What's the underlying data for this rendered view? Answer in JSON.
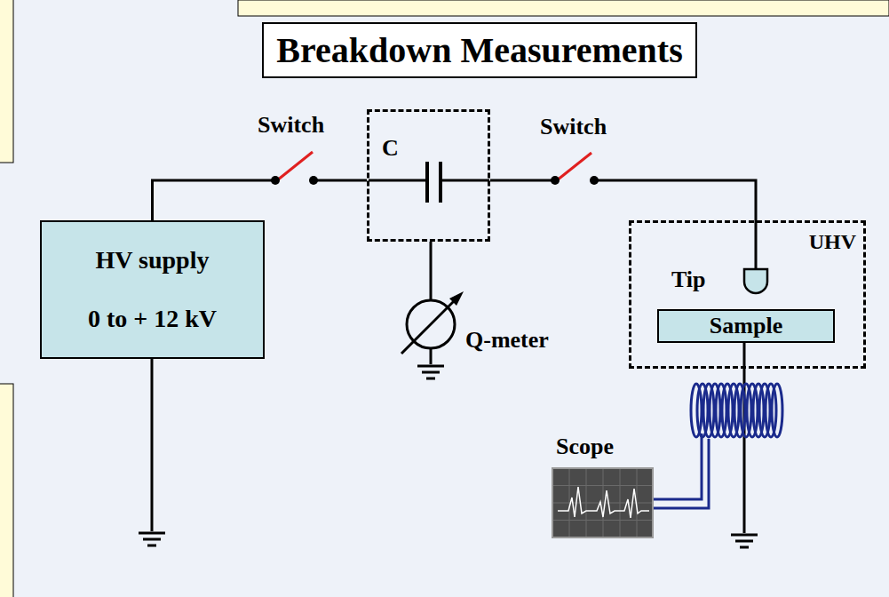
{
  "diagram": {
    "title": "Breakdown Measurements",
    "nodes": [
      {
        "text": [
          "HV supply",
          "0 to + 12 kV"
        ]
      },
      {
        "text": [
          "C"
        ]
      },
      {
        "text": [
          "UHV"
        ]
      },
      {
        "text": [
          "Tip"
        ],
        "in": 2
      },
      {
        "text": [
          "Sample"
        ],
        "in": 2
      }
    ],
    "edges": [
      {
        "from": 0,
        "to": 1,
        "arrow": "none"
      },
      {
        "from": 1,
        "to": 3,
        "arrow": "none"
      }
    ],
    "labels": [
      "Switch",
      "Switch",
      "Q-meter",
      "Scope"
    ]
  }
}
